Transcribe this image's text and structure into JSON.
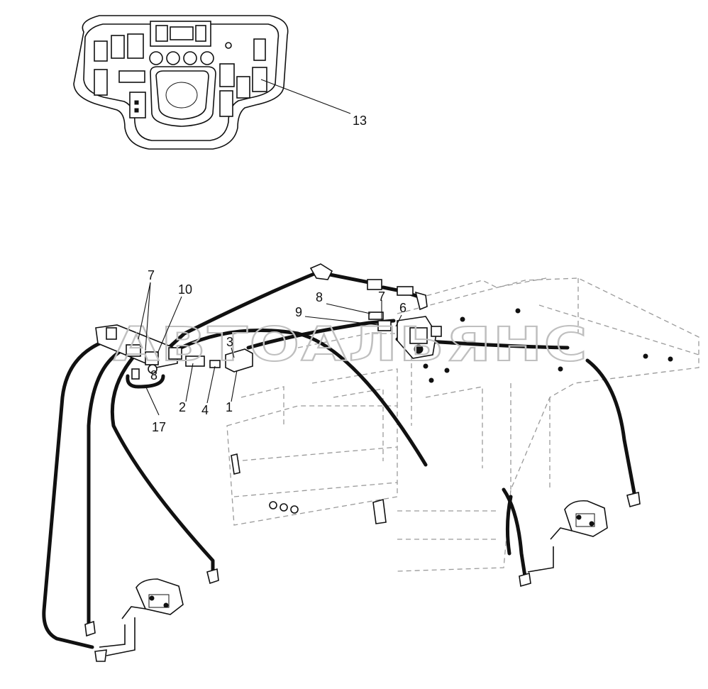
{
  "watermark": "АВТОАЛЬЯНС",
  "callouts": {
    "c13": "13",
    "c7a": "7",
    "c10": "10",
    "c8a": "8",
    "c9": "9",
    "c7b": "7",
    "c6": "6",
    "c3": "3",
    "c8b": "8",
    "c2": "2",
    "c4": "4",
    "c1": "1",
    "c17": "17"
  }
}
